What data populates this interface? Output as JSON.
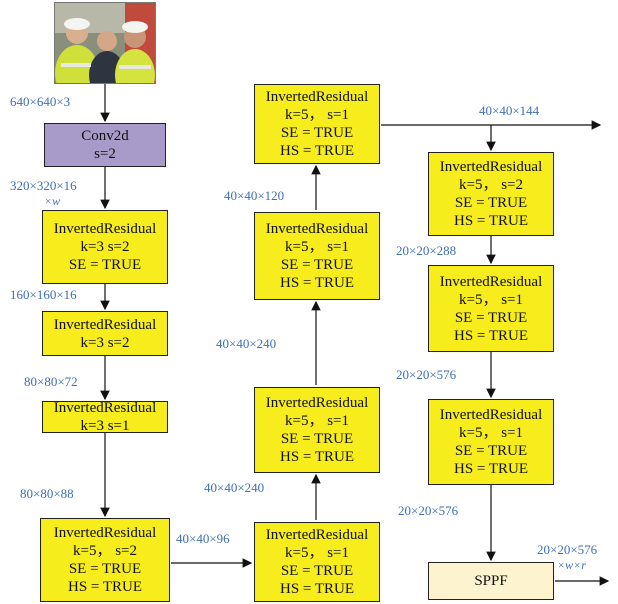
{
  "input_image": {
    "icon": "workers-photo-icon"
  },
  "col1": {
    "conv": {
      "title": "Conv2d",
      "param": "s=2"
    },
    "ir1": {
      "title": "InvertedResidual",
      "k": "k=3 s=2",
      "se": "SE = TRUE"
    },
    "ir2": {
      "title": "InvertedResidual",
      "k": "k=3 s=2"
    },
    "ir3": {
      "title": "InvertedResidual",
      "k": "k=3 s=1"
    },
    "ir4": {
      "title": "InvertedResidual",
      "k": "k=5， s=2",
      "se": "SE = TRUE",
      "hs": "HS = TRUE"
    }
  },
  "col2": {
    "ir_top": {
      "title": "InvertedResidual",
      "k": "k=5， s=1",
      "se": "SE = TRUE",
      "hs": "HS = TRUE"
    },
    "ir_a": {
      "title": "InvertedResidual",
      "k": "k=5， s=1",
      "se": "SE = TRUE",
      "hs": "HS = TRUE"
    },
    "ir_b": {
      "title": "InvertedResidual",
      "k": "k=5， s=1",
      "se": "SE = TRUE",
      "hs": "HS = TRUE"
    },
    "ir_bot": {
      "title": "InvertedResidual",
      "k": "k=5， s=1",
      "se": "SE = TRUE",
      "hs": "HS = TRUE"
    }
  },
  "col3": {
    "ir1": {
      "title": "InvertedResidual",
      "k": "k=5， s=2",
      "se": "SE = TRUE",
      "hs": "HS = TRUE"
    },
    "ir2": {
      "title": "InvertedResidual",
      "k": "k=5， s=1",
      "se": "SE = TRUE",
      "hs": "HS = TRUE"
    },
    "ir3": {
      "title": "InvertedResidual",
      "k": "k=5， s=1",
      "se": "SE = TRUE",
      "hs": "HS = TRUE"
    },
    "sppf": {
      "title": "SPPF"
    }
  },
  "labels": {
    "l640": "640×640×3",
    "l320": "320×320×16",
    "l320w": "×w",
    "l160": "160×160×16",
    "l80a": "80×80×72",
    "l80b": "80×80×88",
    "l40_96": "40×40×96",
    "l40_240a": "40×40×240",
    "l40_240b": "40×40×240",
    "l40_120": "40×40×120",
    "l40_144": "40×40×144",
    "l20_288": "20×20×288",
    "l20_576a": "20×20×576",
    "l20_576b": "20×20×576",
    "l20_576c": "20×20×576",
    "l20_576c_sub": "×w×r"
  }
}
